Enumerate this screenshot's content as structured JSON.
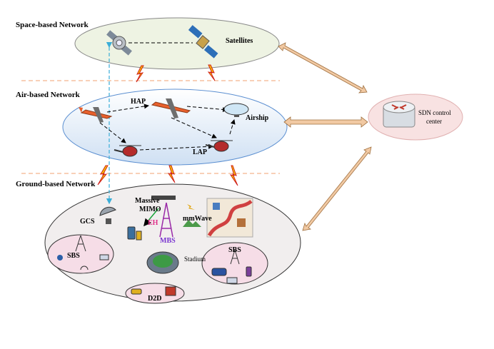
{
  "sections": {
    "space": "Space-based Network",
    "air": "Air-based Network",
    "ground": "Ground-based Network"
  },
  "labels": {
    "satellites": "Satellites",
    "hap": "HAP",
    "lap": "LAP",
    "airship": "Airship",
    "gcs": "GCS",
    "massive": "Massive",
    "mimo": "MIMO",
    "eh": "EH",
    "mbs": "MBS",
    "mmwave": "mmWave",
    "sbs_left": "SBS",
    "sbs_right": "SBS",
    "stadium": "Stadium",
    "d2d": "D2D",
    "sdn_line1": "SDN control",
    "sdn_line2": "center"
  },
  "colors": {
    "space_fill": "#eef3e3",
    "air_fill": "#e6eef8",
    "air_stroke": "#5b8fd1",
    "ground_fill": "#f1eeee",
    "cell_fill": "#f6dde7",
    "sdn_fill": "#f8e2e2",
    "arrow": "#f1c9a3",
    "separator": "#f0a070",
    "eh": "#e0308a",
    "mbs": "#7a35d0",
    "uplink": "#3aaed8"
  }
}
